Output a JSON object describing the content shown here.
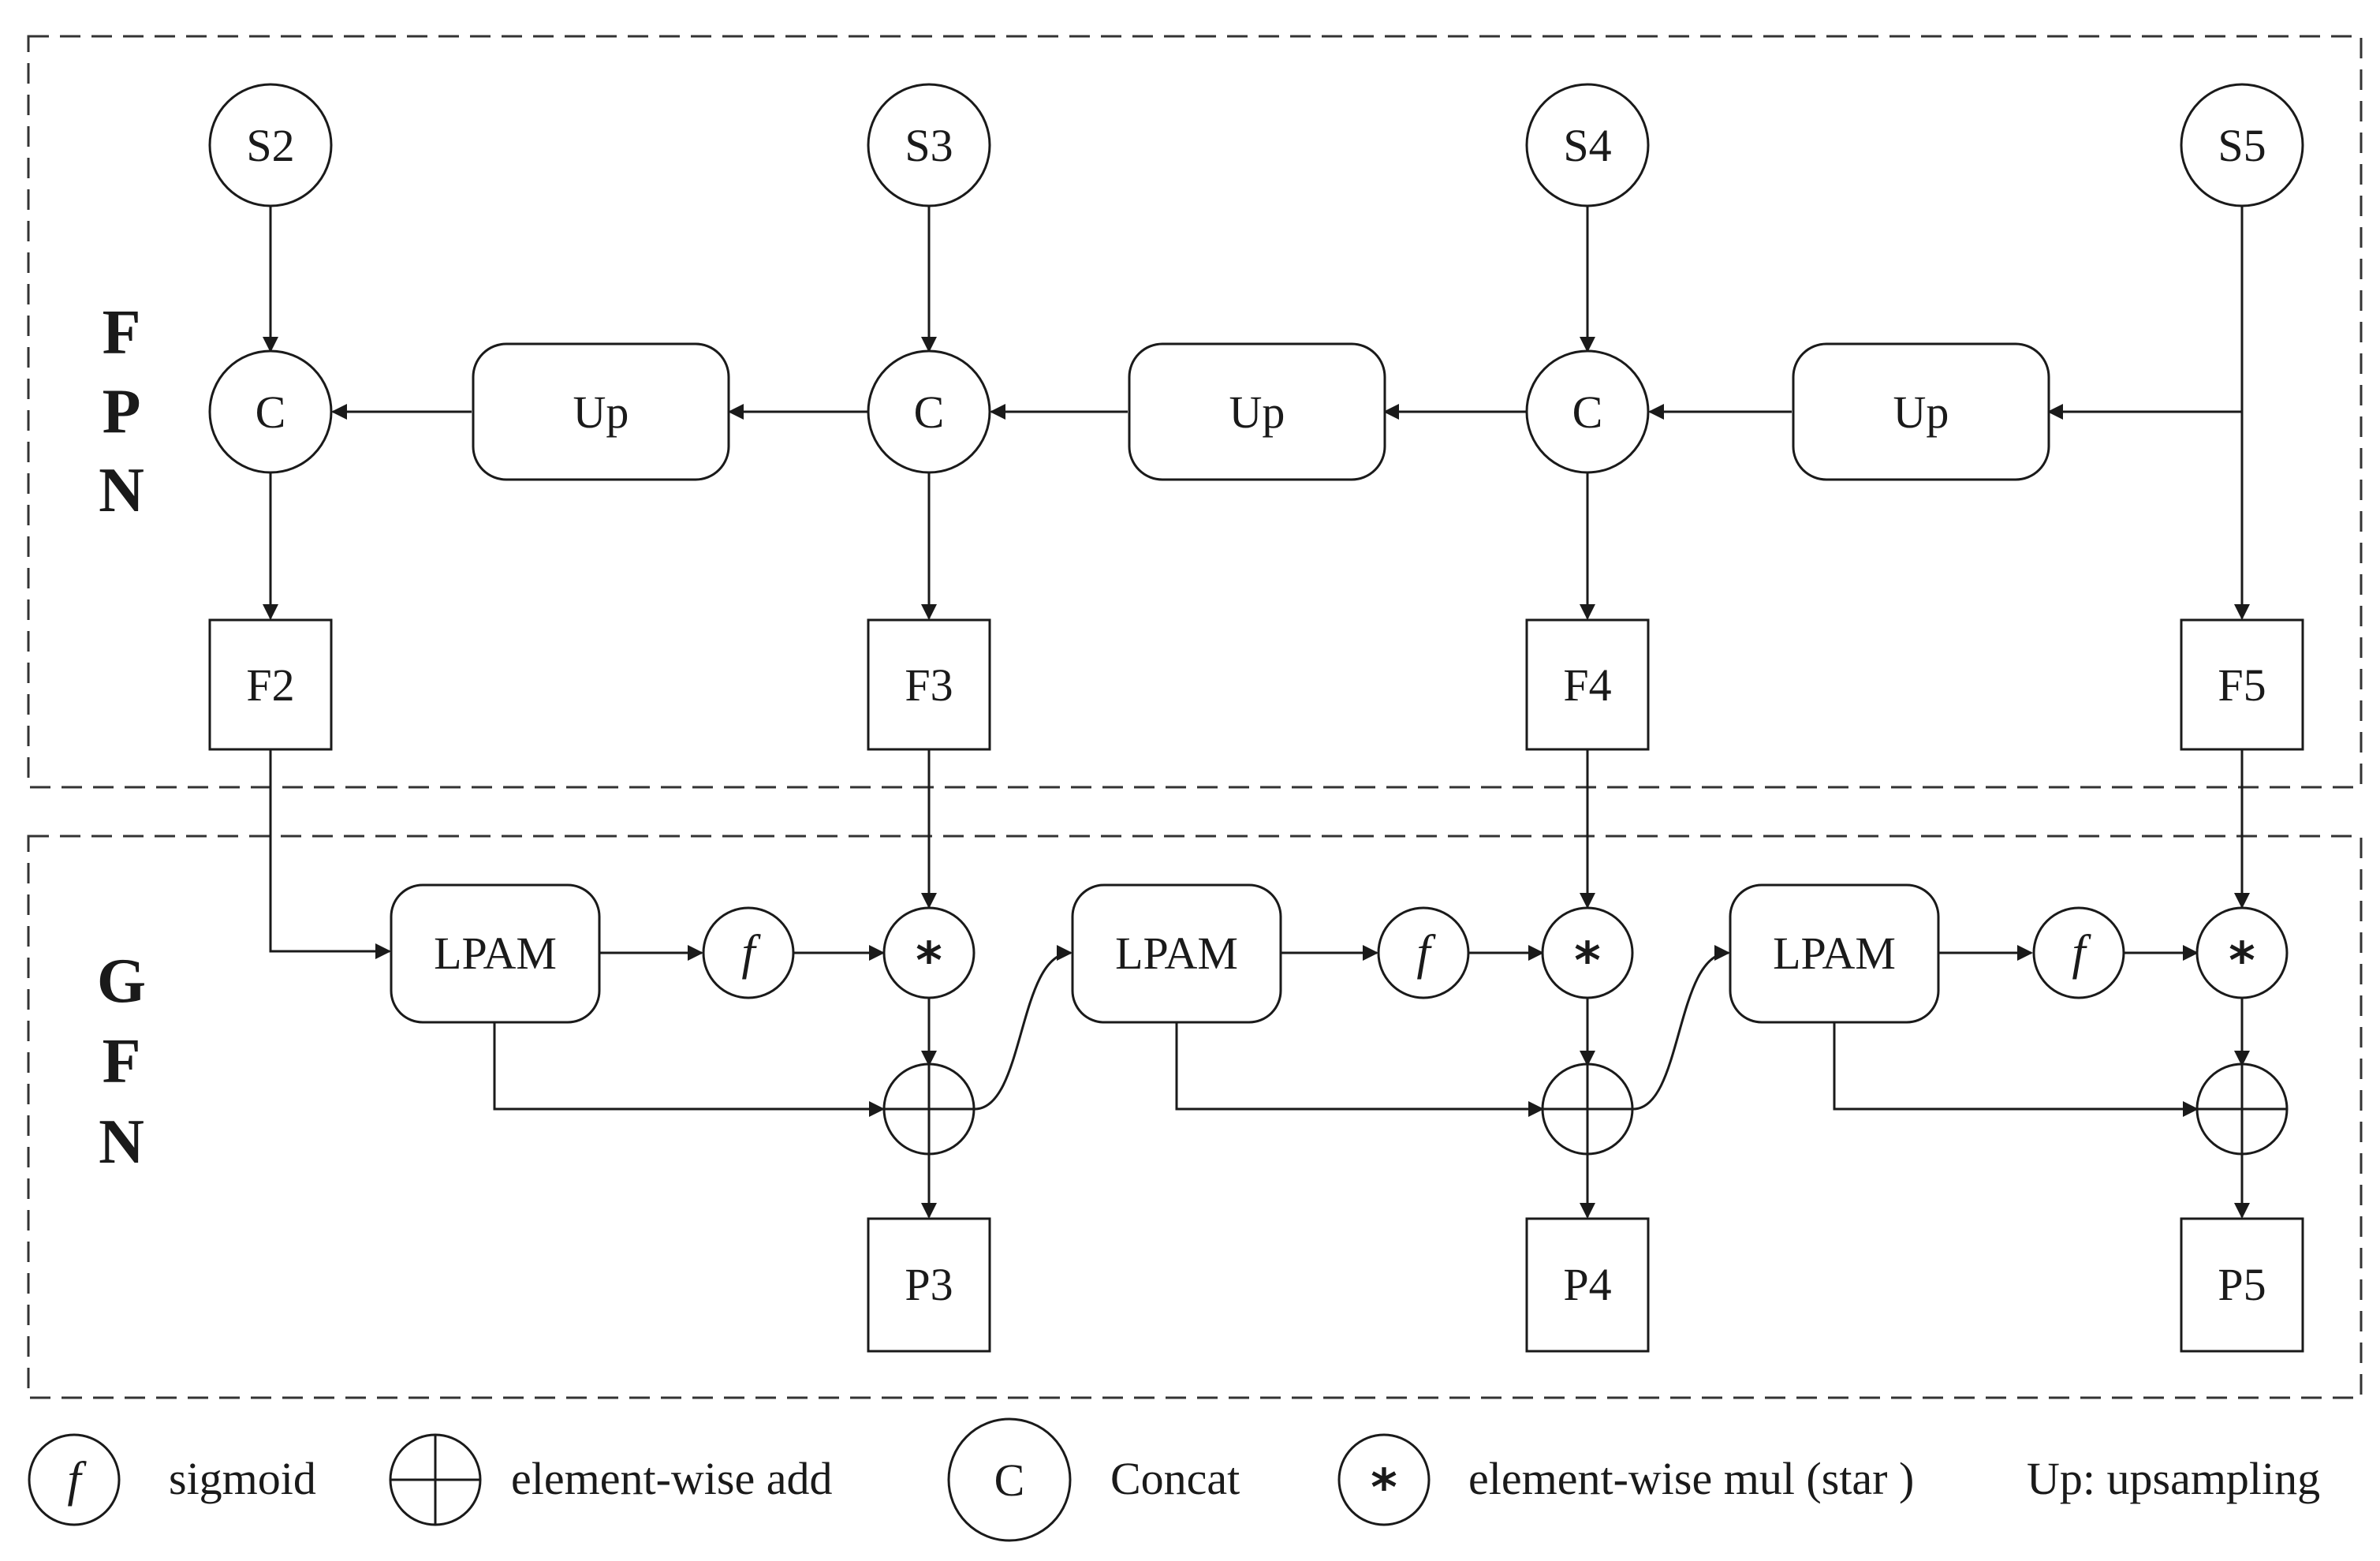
{
  "fpn": {
    "letters": [
      "F",
      "P",
      "N"
    ],
    "inputs": [
      "S2",
      "S3",
      "S4",
      "S5"
    ],
    "concat": [
      "C",
      "C",
      "C"
    ],
    "upsample": [
      "Up",
      "Up",
      "Up"
    ],
    "features": [
      "F2",
      "F3",
      "F4",
      "F5"
    ]
  },
  "gfn": {
    "letters": [
      "G",
      "F",
      "N"
    ],
    "lpam": [
      "LPAM",
      "LPAM",
      "LPAM"
    ],
    "sigmoid": [
      "f",
      "f",
      "f"
    ],
    "mul": [
      "*",
      "*",
      "*"
    ],
    "outputs": [
      "P3",
      "P4",
      "P5"
    ]
  },
  "legend": {
    "sigmoid": {
      "symbol": "f",
      "label": "sigmoid"
    },
    "add": {
      "label": "element-wise add"
    },
    "concat": {
      "symbol": "C",
      "label": "Concat"
    },
    "mul": {
      "symbol": "*",
      "label": "element-wise mul (star )"
    },
    "up": {
      "label": "Up: upsampling"
    }
  }
}
